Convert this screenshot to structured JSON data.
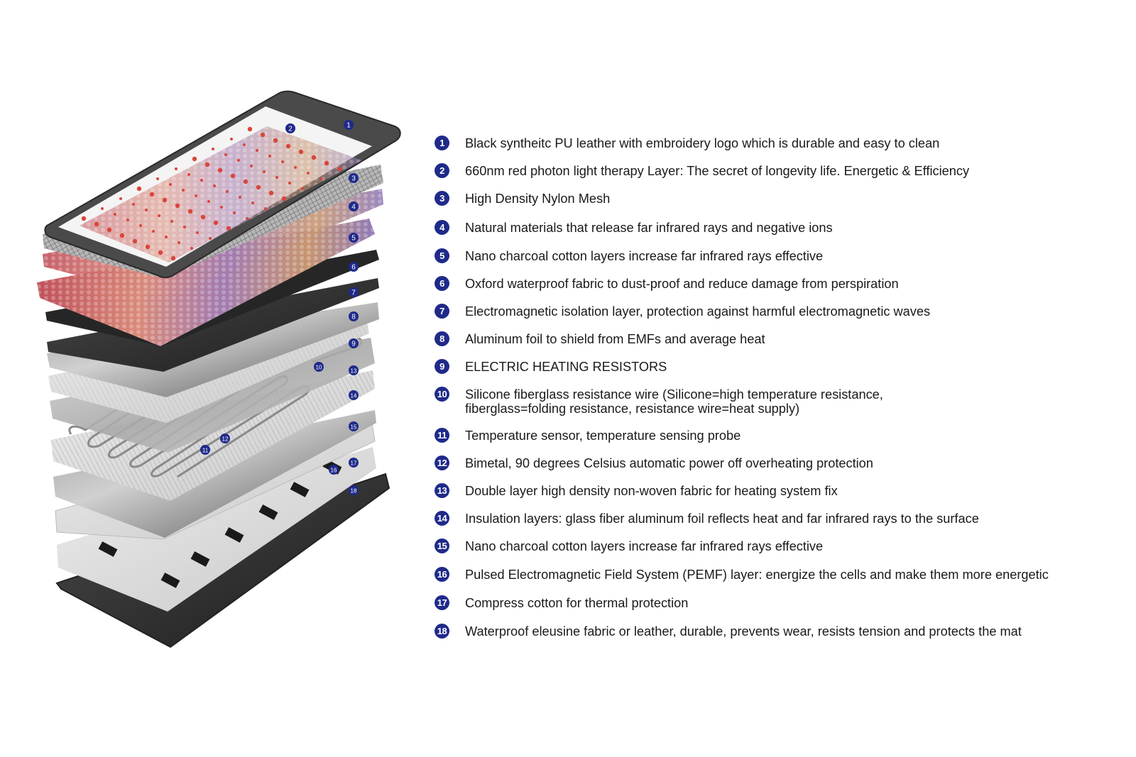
{
  "items": [
    {
      "n": "1",
      "text": "Black syntheitc PU leather with embroidery logo which is durable and easy to clean"
    },
    {
      "n": "2",
      "text": "660nm red photon light therapy Layer: The secret of longevity life. Energetic & Efficiency"
    },
    {
      "n": "3",
      "text": "High Density Nylon Mesh"
    },
    {
      "n": "4",
      "text": "Natural  materials that release far infrared rays and negative ions"
    },
    {
      "n": "5",
      "text": "Nano charcoal cotton layers increase far infrared rays effective"
    },
    {
      "n": "6",
      "text": "Oxford waterproof fabric to dust-proof and reduce damage from perspiration"
    },
    {
      "n": "7",
      "text": "Electromagnetic isolation layer, protection against harmful electromagnetic waves"
    },
    {
      "n": "8",
      "text": "Aluminum foil to shield from EMFs and average heat"
    },
    {
      "n": "9",
      "text": "ELECTRIC HEATING RESISTORS"
    },
    {
      "n": "10",
      "text": "Silicone fiberglass resistance wire (Silicone=high temperature resistance,\nfiberglass=folding resistance, resistance wire=heat supply)"
    },
    {
      "n": "11",
      "text": "Temperature sensor, temperature sensing probe"
    },
    {
      "n": "12",
      "text": "Bimetal, 90 degrees Celsius automatic power off overheating protection"
    },
    {
      "n": "13",
      "text": "Double layer high density non-woven fabric for heating system fix"
    },
    {
      "n": "14",
      "text": "Insulation layers: glass fiber aluminum foil reflects heat and far infrared rays to the surface"
    },
    {
      "n": "15",
      "text": "Nano charcoal cotton layers increase far infrared rays effective"
    },
    {
      "n": "16",
      "text": "Pulsed Electromagnetic Field System (PEMF) layer: energize the cells and make them more energetic"
    },
    {
      "n": "17",
      "text": "Compress cotton for thermal protection"
    },
    {
      "n": "18",
      "text": "Waterproof eleusine fabric or leather, durable, prevents wear, resists tension and protects the mat"
    }
  ],
  "colors": {
    "badge": "#1f2a8a",
    "red_dot": "#d9463a",
    "dark_layer": "#2a2a2a"
  }
}
